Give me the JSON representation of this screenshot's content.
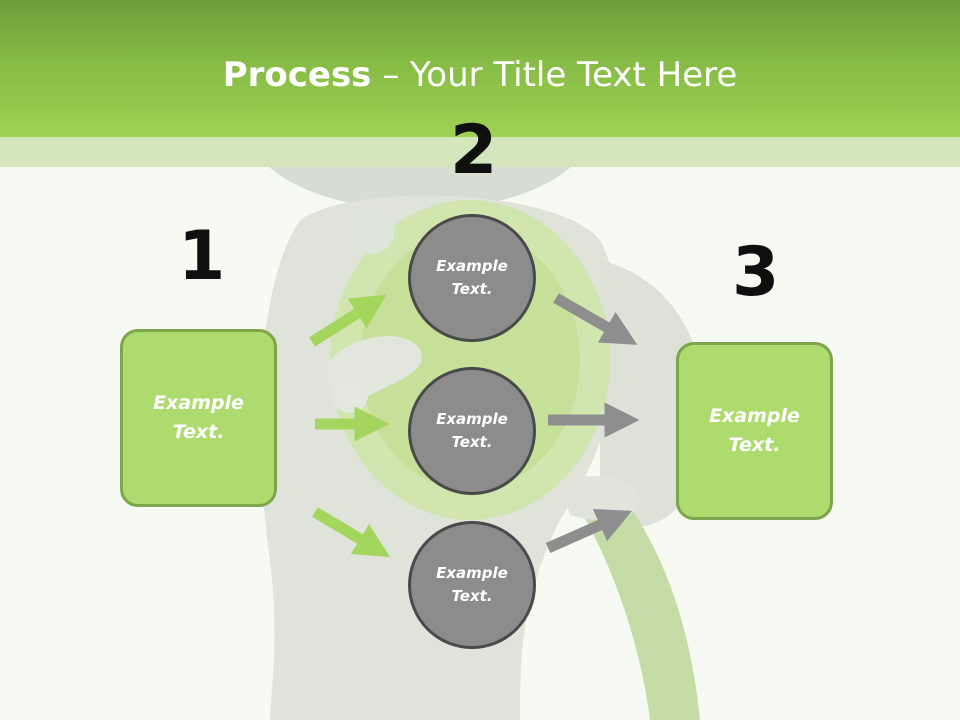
{
  "title": {
    "bold": "Process",
    "rest": " – Your Title Text Here"
  },
  "steps": [
    {
      "number": "1",
      "box": {
        "line1": "Example",
        "line2": "Text."
      }
    },
    {
      "number": "2",
      "circles": [
        {
          "line1": "Example",
          "line2": "Text."
        },
        {
          "line1": "Example",
          "line2": "Text."
        },
        {
          "line1": "Example",
          "line2": "Text."
        }
      ]
    },
    {
      "number": "3",
      "box": {
        "line1": "Example",
        "line2": "Text."
      }
    }
  ],
  "colors": {
    "header": "#9fd153",
    "box": "#aedb6d",
    "circle": "#8c8c8c",
    "green_arrow": "#a4d65e",
    "gray_arrow": "#8e8e8e"
  }
}
